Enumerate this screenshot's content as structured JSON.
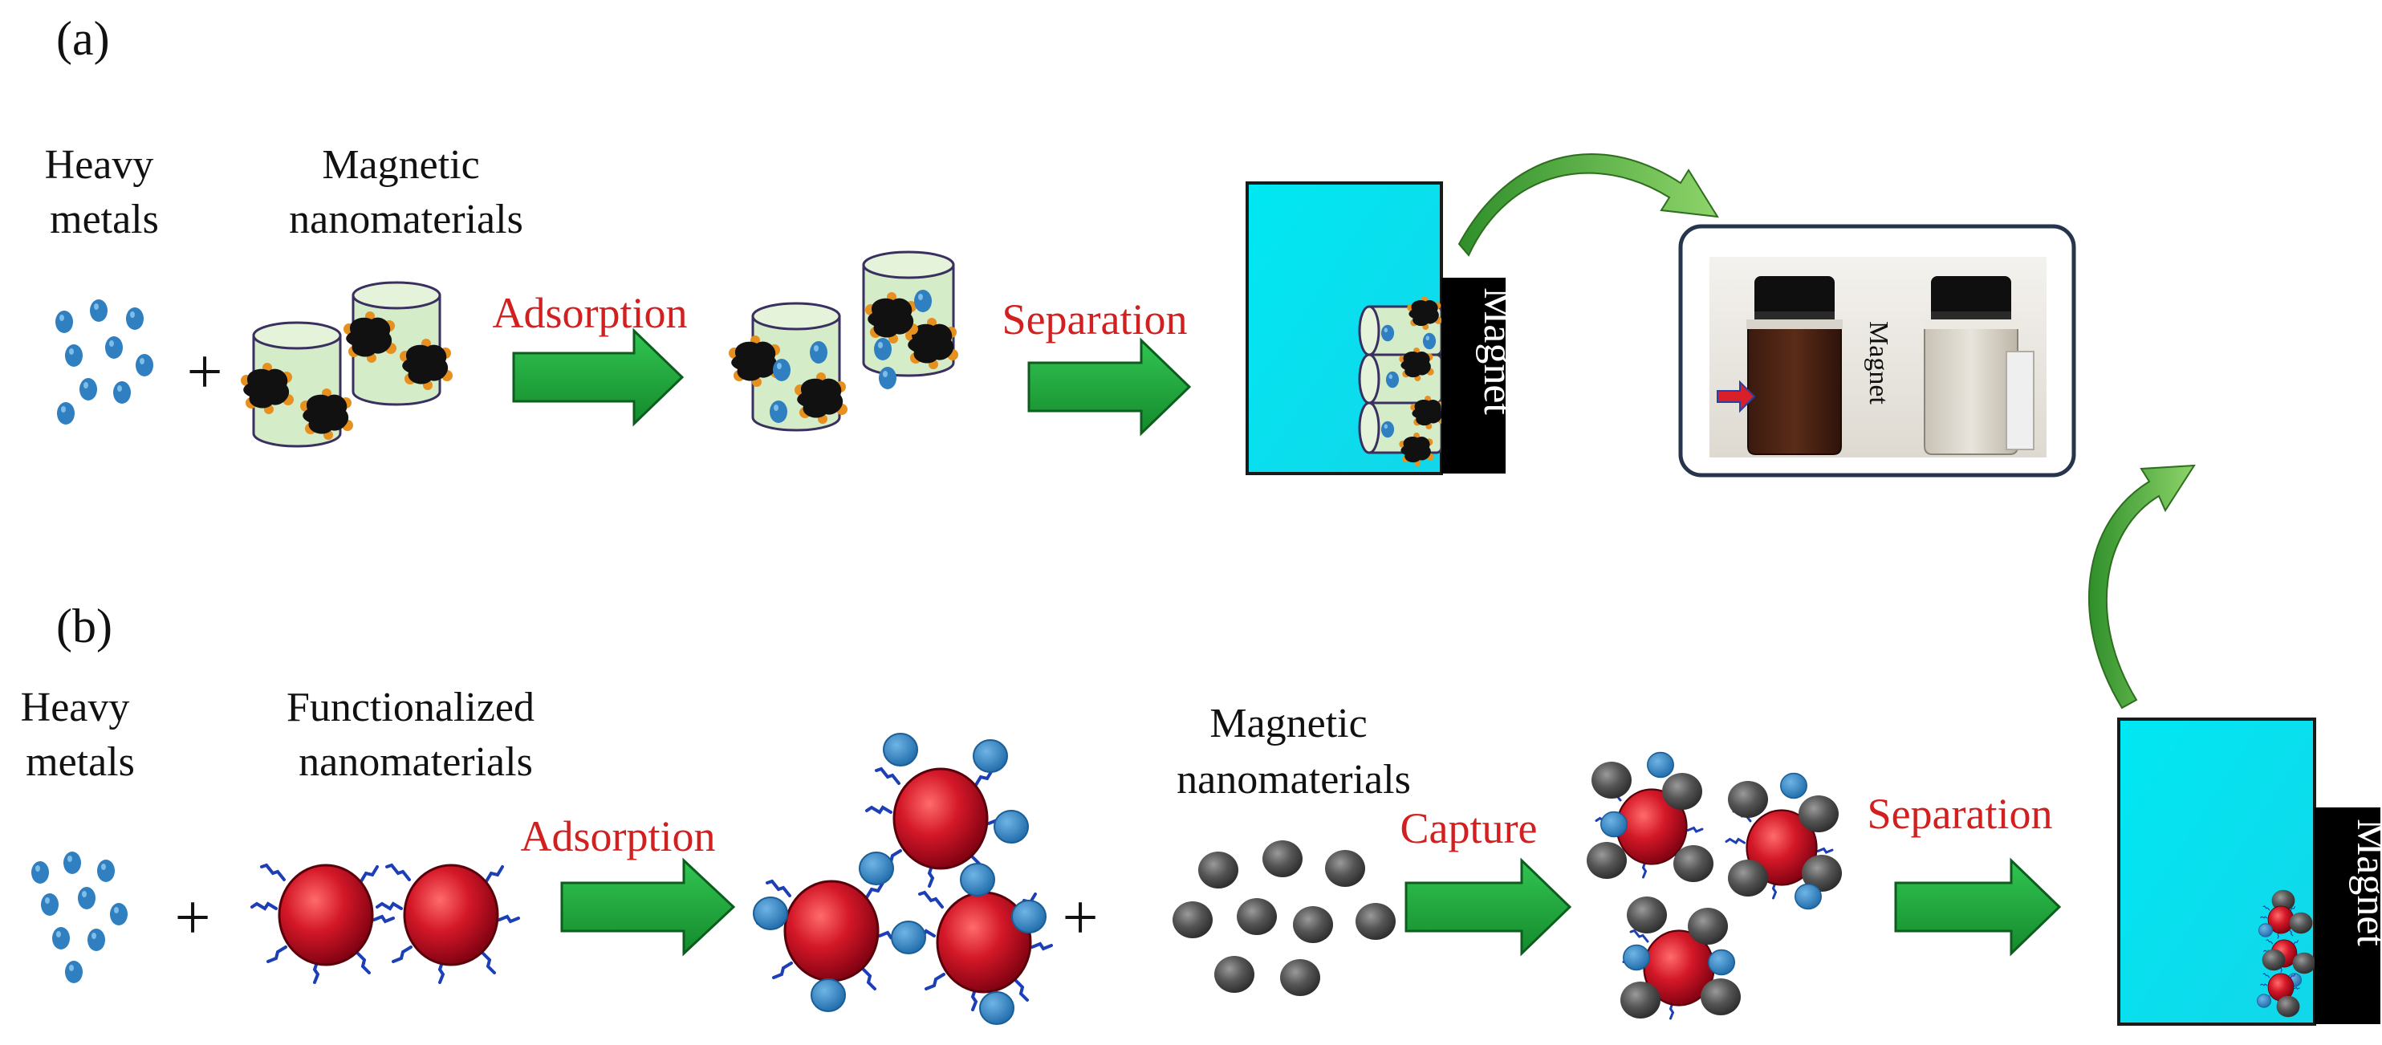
{
  "panels": {
    "a": {
      "label": "(a)",
      "heavy_metals": [
        "Heavy",
        "metals"
      ],
      "nanomaterials": [
        "Magnetic",
        "nanomaterials"
      ],
      "plus": "+",
      "adsorption": "Adsorption",
      "separation": "Separation",
      "magnet": "Magnet"
    },
    "b": {
      "label": "(b)",
      "heavy_metals": [
        "Heavy",
        "metals"
      ],
      "functionalized": [
        "Functionalized",
        "nanomaterials"
      ],
      "plus1": "+",
      "adsorption": "Adsorption",
      "plus2": "+",
      "magnetic": [
        "Magnetic",
        "nanomaterials"
      ],
      "capture": "Capture",
      "separation": "Separation",
      "magnet": "Magnet"
    }
  },
  "photo": {
    "magnet": "Magnet"
  },
  "colors": {
    "ion": "#2f7fc1",
    "arrow": "#1fa83b",
    "vessel": "#00e5f0",
    "sphere": "#c8102e",
    "magnetic_particle": "#555555",
    "label_red": "#d21f1f"
  }
}
